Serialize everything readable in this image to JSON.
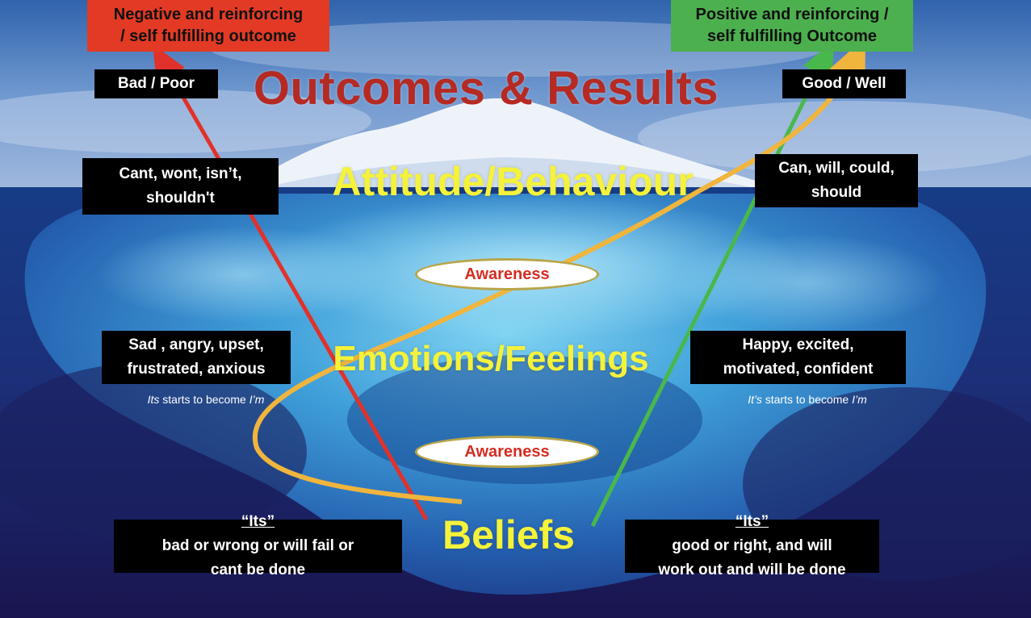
{
  "outcomes": {
    "negative": {
      "line1": "Negative and reinforcing",
      "line2": "/ self fulfilling outcome",
      "color": "#e23a24"
    },
    "positive": {
      "line1": "Positive and reinforcing /",
      "line2": "self fulfilling Outcome",
      "color": "#4cb04e"
    }
  },
  "title": "Outcomes & Results",
  "layers": {
    "attitude": "Attitude/Behaviour",
    "emotions": "Emotions/Feelings",
    "beliefs": "Beliefs"
  },
  "awareness": [
    "Awareness",
    "Awareness"
  ],
  "left": {
    "result": "Bad / Poor",
    "behaviour": {
      "line1": "Cant, wont,  isn’t,",
      "line2": "shouldn't"
    },
    "emotion": {
      "line1": "Sad , angry,  upset,",
      "line2": "frustrated, anxious"
    },
    "note": {
      "italic1": "Its",
      "mid": " starts to become ",
      "italic2": "I’m"
    },
    "belief": {
      "quote": "“Its”",
      "rest1": " bad or wrong or  will fail or",
      "line2": "cant be done"
    }
  },
  "right": {
    "result": "Good / Well",
    "behaviour": {
      "line1": "Can, will, could,",
      "line2": "should"
    },
    "emotion": {
      "line1": "Happy, excited,",
      "line2": "motivated, confident"
    },
    "note": {
      "italic1": "It’s",
      "mid": " starts to become ",
      "italic2": "I’m"
    },
    "belief": {
      "quote": "“Its”",
      "rest1": " good or right, and will",
      "line2": "work out and will be done"
    }
  },
  "colors": {
    "title": "#b52a23",
    "layer_text": "#f4f23a",
    "arrow_negative": "#e0322a",
    "arrow_positive": "#49b84c",
    "arrow_curve": "#f0b53c"
  }
}
